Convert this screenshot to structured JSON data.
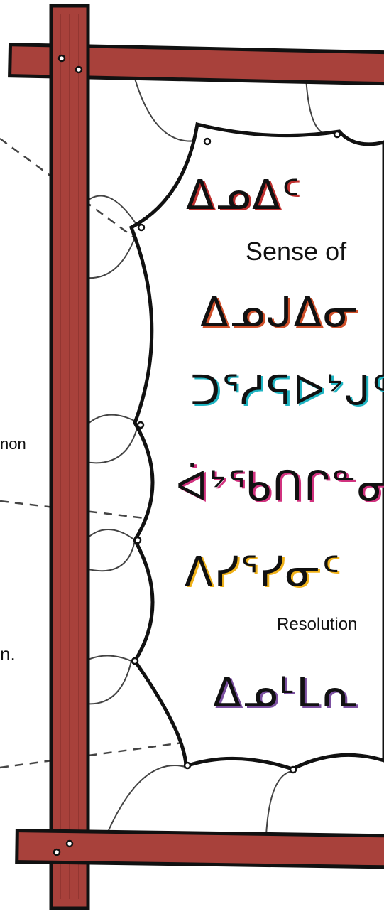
{
  "left_fragments": [
    "non",
    "n."
  ],
  "banner_rows": [
    {
      "syllabics": "ᐃᓄᐃᑦ",
      "color": "#c0302f",
      "english": "Sense of"
    },
    {
      "syllabics": "ᐃᓄᒍᐃᓂ",
      "color": "#d0502a",
      "english": ""
    },
    {
      "syllabics": "ᑐᕐᓱᕋᐅᔾᒍᑦ",
      "color": "#1fb5c3",
      "english": ""
    },
    {
      "syllabics": "ᐋᔾᖃᑎᒋᓐᓂ",
      "color": "#d1327f",
      "english": ""
    },
    {
      "syllabics": "ᐱᓯᕐᓯᓂᑦ",
      "color": "#f0b21a",
      "english": "Resolution"
    },
    {
      "syllabics": "ᐃᓄᒻᒪᕆ",
      "color": "#7b4fa0",
      "english": ""
    }
  ],
  "colors": {
    "wood": "#a8413b",
    "wood_dark": "#7a2a26",
    "outline": "#111111",
    "banner": "#ffffff"
  }
}
